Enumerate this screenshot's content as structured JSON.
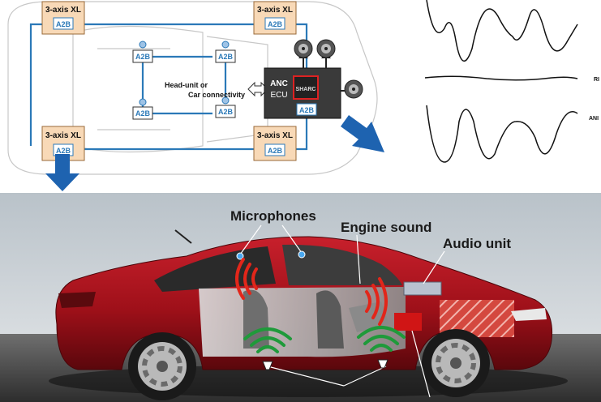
{
  "top_diagram": {
    "accelerometer_label": "3-axis XL",
    "bus_badge": "A2B",
    "head_unit_line1": "Head-unit or",
    "head_unit_line2": "Car connectivity",
    "anc_ecu_line1": "ANC",
    "anc_ecu_line2": "ECU",
    "dsp_chip_label": "SHARC"
  },
  "waveform_panel": {
    "row_labels": [
      "RI",
      "ANI"
    ]
  },
  "photo_callouts": {
    "microphones": "Microphones",
    "engine_sound": "Engine sound",
    "audio_unit": "Audio unit"
  },
  "colors": {
    "bus_line": "#2b79b8",
    "module_box": "#f8d9b7",
    "arrow": "#1e63b0",
    "car_red": "#a4121d",
    "sound_red": "#e2261a",
    "sound_green": "#1f9a3a"
  }
}
